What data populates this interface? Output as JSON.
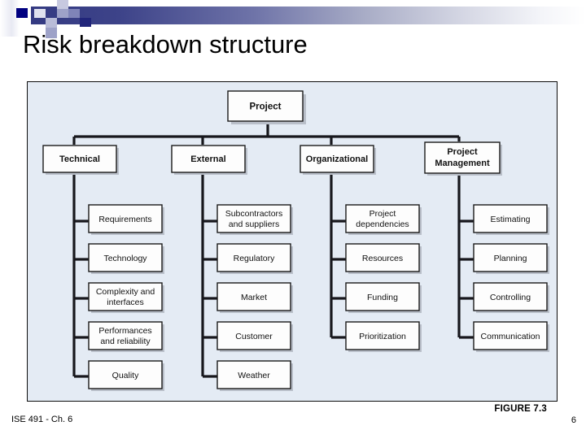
{
  "slide": {
    "title": "Risk breakdown structure",
    "footer_left": "ISE 491 - Ch. 6",
    "figure_caption": "FIGURE 7.3",
    "page_number": "6"
  },
  "colors": {
    "panel_background": "#e4ebf4",
    "header_gradient_start": "#343a82",
    "header_gradient_end": "#ffffff",
    "node_fill": "#fdfdfd",
    "node_border": "#1a1a1a",
    "connector": "#17171c",
    "accent_square": "#000080"
  },
  "chart_data": {
    "type": "tree",
    "title": "Risk breakdown structure",
    "root": "Project",
    "branches": [
      {
        "name": "Technical",
        "children": [
          "Requirements",
          "Technology",
          "Complexity and\ninterfaces",
          "Performances\nand reliability",
          "Quality"
        ]
      },
      {
        "name": "External",
        "children": [
          "Subcontractors\nand suppliers",
          "Regulatory",
          "Market",
          "Customer",
          "Weather"
        ]
      },
      {
        "name": "Organizational",
        "children": [
          "Project\ndependencies",
          "Resources",
          "Funding",
          "Prioritization"
        ]
      },
      {
        "name": "Project\nManagement",
        "children": [
          "Estimating",
          "Planning",
          "Controlling",
          "Communication"
        ]
      }
    ]
  },
  "nodes": {
    "root": {
      "label": "Project"
    },
    "level1": [
      {
        "label": "Technical"
      },
      {
        "label": "External"
      },
      {
        "label": "Organizational"
      },
      {
        "label_line1": "Project",
        "label_line2": "Management"
      }
    ],
    "technical": [
      {
        "line1": "Requirements",
        "line2": ""
      },
      {
        "line1": "Technology",
        "line2": ""
      },
      {
        "line1": "Complexity and",
        "line2": "interfaces"
      },
      {
        "line1": "Performances",
        "line2": "and reliability"
      },
      {
        "line1": "Quality",
        "line2": ""
      }
    ],
    "external": [
      {
        "line1": "Subcontractors",
        "line2": "and suppliers"
      },
      {
        "line1": "Regulatory",
        "line2": ""
      },
      {
        "line1": "Market",
        "line2": ""
      },
      {
        "line1": "Customer",
        "line2": ""
      },
      {
        "line1": "Weather",
        "line2": ""
      }
    ],
    "organizational": [
      {
        "line1": "Project",
        "line2": "dependencies"
      },
      {
        "line1": "Resources",
        "line2": ""
      },
      {
        "line1": "Funding",
        "line2": ""
      },
      {
        "line1": "Prioritization",
        "line2": ""
      }
    ],
    "project_management": [
      {
        "line1": "Estimating",
        "line2": ""
      },
      {
        "line1": "Planning",
        "line2": ""
      },
      {
        "line1": "Controlling",
        "line2": ""
      },
      {
        "line1": "Communication",
        "line2": ""
      }
    ]
  }
}
